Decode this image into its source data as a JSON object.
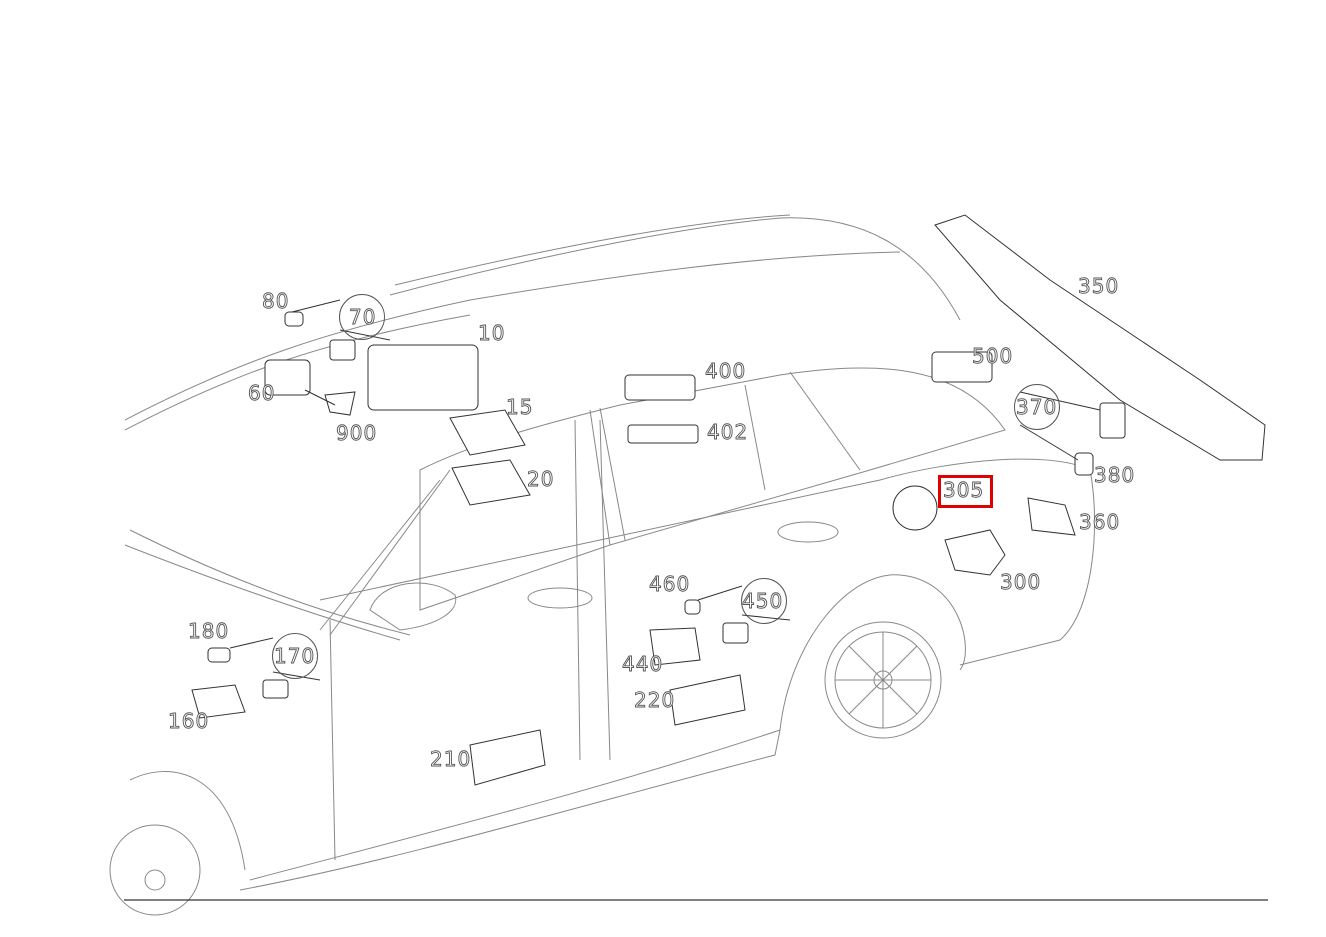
{
  "diagram": {
    "highlighted_part": "305",
    "callouts": {
      "p10": "10",
      "p15": "15",
      "p20": "20",
      "p60": "60",
      "p70": "70",
      "p80": "80",
      "p160": "160",
      "p170": "170",
      "p180": "180",
      "p210": "210",
      "p220": "220",
      "p300": "300",
      "p305": "305",
      "p350": "350",
      "p360": "360",
      "p370": "370",
      "p380": "380",
      "p400": "400",
      "p402": "402",
      "p440": "440",
      "p450": "450",
      "p460": "460",
      "p500": "500",
      "p900": "900"
    },
    "highlight_color": "#e00000"
  }
}
